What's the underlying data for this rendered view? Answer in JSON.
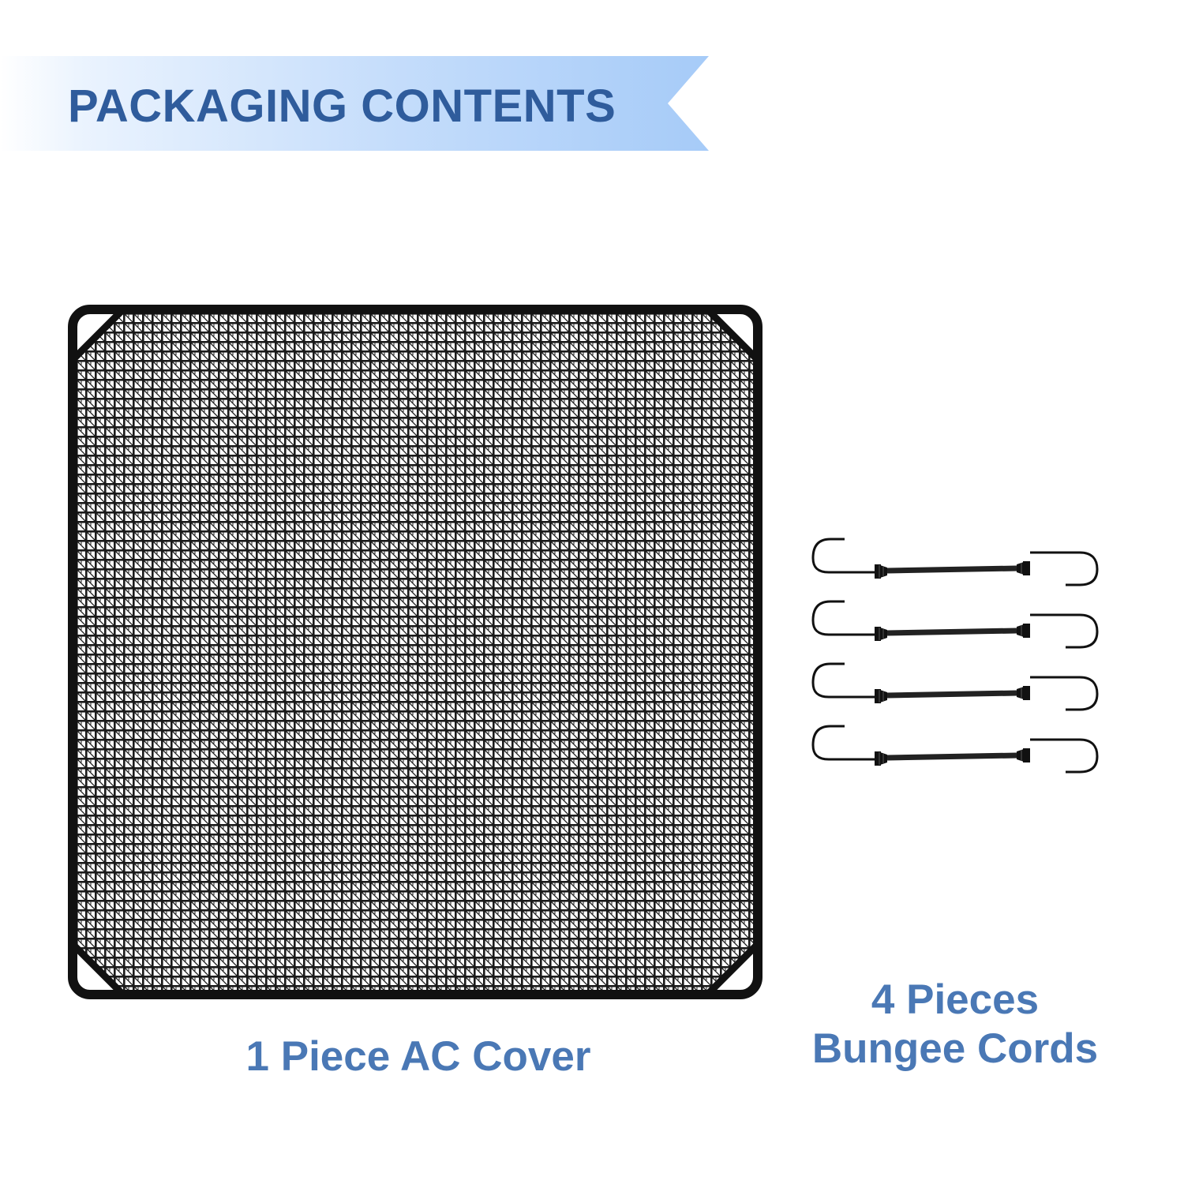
{
  "banner": {
    "title": "PACKAGING CONTENTS",
    "text_color": "#2f5c9c",
    "ribbon_color": "#a9ccf8"
  },
  "items": [
    {
      "name": "ac-cover",
      "caption": "1 Piece AC Cover",
      "icon": "mesh-cover-icon"
    },
    {
      "name": "bungee-cords",
      "caption_line1": "4 Pieces",
      "caption_line2": "Bungee Cords",
      "quantity": 4,
      "icon": "bungee-cord-icon"
    }
  ],
  "caption_color": "#4a78b5"
}
